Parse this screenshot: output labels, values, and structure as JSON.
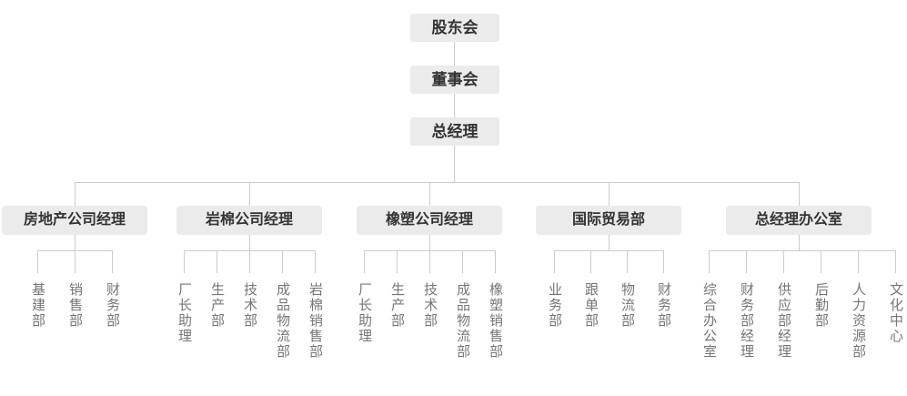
{
  "org": {
    "top_nodes": [
      {
        "label": "股东会"
      },
      {
        "label": "董事会"
      },
      {
        "label": "总经理"
      }
    ],
    "groups": [
      {
        "label": "房地产公司经理",
        "children": [
          {
            "label": "基建部"
          },
          {
            "label": "销售部"
          },
          {
            "label": "财务部"
          }
        ]
      },
      {
        "label": "岩棉公司经理",
        "children": [
          {
            "label": "厂长助理"
          },
          {
            "label": "生产部"
          },
          {
            "label": "技术部"
          },
          {
            "label": "成品物流部"
          },
          {
            "label": "岩棉销售部"
          }
        ]
      },
      {
        "label": "橡塑公司经理",
        "children": [
          {
            "label": "厂长助理"
          },
          {
            "label": "生产部"
          },
          {
            "label": "技术部"
          },
          {
            "label": "成品物流部"
          },
          {
            "label": "橡塑销售部"
          }
        ]
      },
      {
        "label": "国际贸易部",
        "children": [
          {
            "label": "业务部"
          },
          {
            "label": "跟单部"
          },
          {
            "label": "物流部"
          },
          {
            "label": "财务部"
          }
        ]
      },
      {
        "label": "总经理办公室",
        "children": [
          {
            "label": "综合办公室"
          },
          {
            "label": "财务部经理"
          },
          {
            "label": "供应部经理"
          },
          {
            "label": "后勤部"
          },
          {
            "label": "人力资源部"
          },
          {
            "label": "文化中心"
          }
        ]
      }
    ],
    "colors": {
      "node_bg": "#ebebeb",
      "node_text": "#333333",
      "leaf_text": "#757575",
      "line": "#cccccc"
    }
  }
}
